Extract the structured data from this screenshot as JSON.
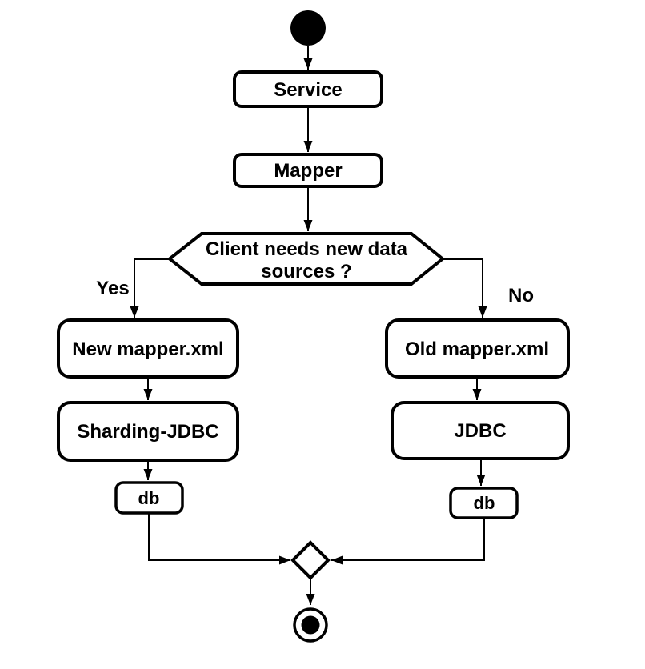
{
  "diagram": {
    "background": "#ffffff",
    "line_color": "#000000",
    "nodes": {
      "service": {
        "label": "Service"
      },
      "mapper": {
        "label": "Mapper"
      },
      "decision": {
        "line1": "Client needs new data",
        "line2": "sources ?"
      },
      "new_mapper_xml": {
        "label": "New mapper.xml"
      },
      "sharding_jdbc": {
        "label": "Sharding-JDBC"
      },
      "db_left": {
        "label": "db"
      },
      "old_mapper_xml": {
        "label": "Old mapper.xml"
      },
      "jdbc": {
        "label": "JDBC"
      },
      "db_right": {
        "label": "db"
      }
    },
    "edge_labels": {
      "yes": "Yes",
      "no": "No"
    }
  }
}
